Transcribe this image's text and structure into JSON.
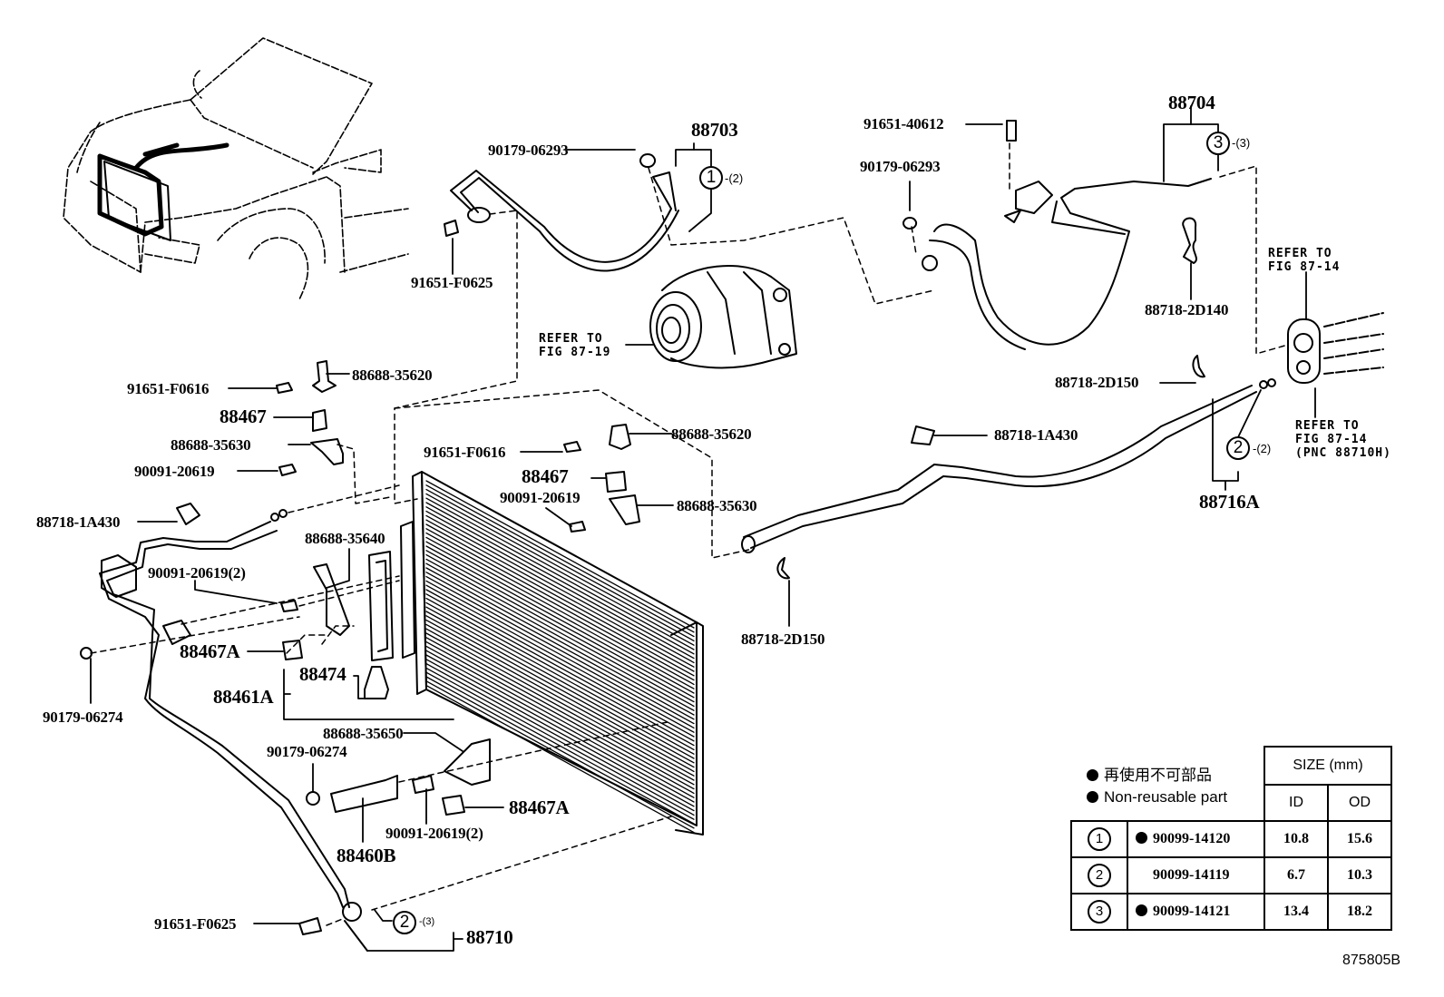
{
  "diagram": {
    "title": "Air conditioner condenser & piping parts diagram",
    "figure_id": "875805B",
    "part_labels": {
      "p88703": "88703",
      "p88704": "88704",
      "p90179_06293_a": "90179-06293",
      "p90179_06293_b": "90179-06293",
      "p91651_40612": "91651-40612",
      "p91651_F0625_top": "91651-F0625",
      "p88718_2D140": "88718-2D140",
      "p88718_2D150_right": "88718-2D150",
      "p88718_1A430_right": "88718-1A430",
      "p88716A": "88716A",
      "p88718_2D150_mid": "88718-2D150",
      "p91651_F0616_left": "91651-F0616",
      "p88688_35620_left": "88688-35620",
      "p88467_left": "88467",
      "p88688_35630_left": "88688-35630",
      "p90091_20619_left": "90091-20619",
      "p91651_F0616_mid": "91651-F0616",
      "p88688_35620_mid": "88688-35620",
      "p88467_mid": "88467",
      "p90091_20619_mid": "90091-20619",
      "p88688_35630_mid": "88688-35630",
      "p88718_1A430_left": "88718-1A430",
      "p88688_35640": "88688-35640",
      "p90091_20619_2_left": "90091-20619(2)",
      "p88467A_left": "88467A",
      "p88474": "88474",
      "p88461A": "88461A",
      "p90179_06274_left": "90179-06274",
      "p88688_35650": "88688-35650",
      "p90179_06274_bottom": "90179-06274",
      "p88467A_right": "88467A",
      "p90091_20619_2_bottom": "90091-20619(2)",
      "p88460B": "88460B",
      "p91651_F0625_bottom": "91651-F0625",
      "p88710": "88710"
    },
    "references": {
      "compressor_ref": "REFER TO\nFIG 87-19",
      "top_right_ref": "REFER TO\nFIG 87-14",
      "bottom_right_ref": "REFER TO\nFIG 87-14\n(PNC 88710H)"
    },
    "callouts": [
      {
        "id": "c1",
        "number": "1",
        "qty": "-(2)"
      },
      {
        "id": "c3",
        "number": "3",
        "qty": "-(3)"
      },
      {
        "id": "c2_right",
        "number": "2",
        "qty": "-(2)"
      },
      {
        "id": "c2_bottom",
        "number": "2",
        "qty": "-(3)"
      }
    ]
  },
  "legend": {
    "line_jp": "再使用不可部品",
    "line_en": "Non-reusable part"
  },
  "size_table": {
    "header_size": "SIZE (mm)",
    "header_id": "ID",
    "header_od": "OD",
    "rows": [
      {
        "ref": "1",
        "non_reusable": true,
        "part": "90099-14120",
        "id": "10.8",
        "od": "15.6"
      },
      {
        "ref": "2",
        "non_reusable": false,
        "part": "90099-14119",
        "id": "6.7",
        "od": "10.3"
      },
      {
        "ref": "3",
        "non_reusable": true,
        "part": "90099-14121",
        "id": "13.4",
        "od": "18.2"
      }
    ]
  }
}
